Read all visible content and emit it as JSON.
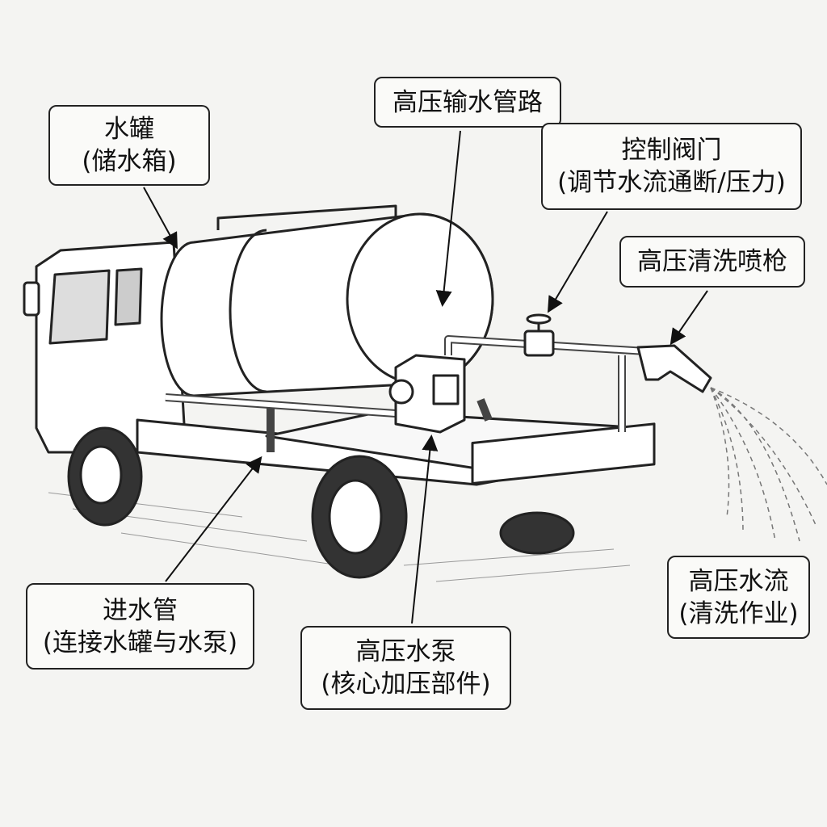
{
  "labels": {
    "tank": {
      "line1": "水罐",
      "line2": "(储水箱)"
    },
    "pipeline": {
      "line1": "高压输水管路"
    },
    "valve": {
      "line1": "控制阀门",
      "line2": "(调节水流通断/压力)"
    },
    "nozzle": {
      "line1": "高压清洗喷枪"
    },
    "water_jet": {
      "line1": "高压水流",
      "line2": "(清洗作业)"
    },
    "pump": {
      "line1": "高压水泵",
      "line2": "(核心加压部件)"
    },
    "inlet": {
      "line1": "进水管",
      "line2": "(连接水罐与水泵)"
    }
  }
}
